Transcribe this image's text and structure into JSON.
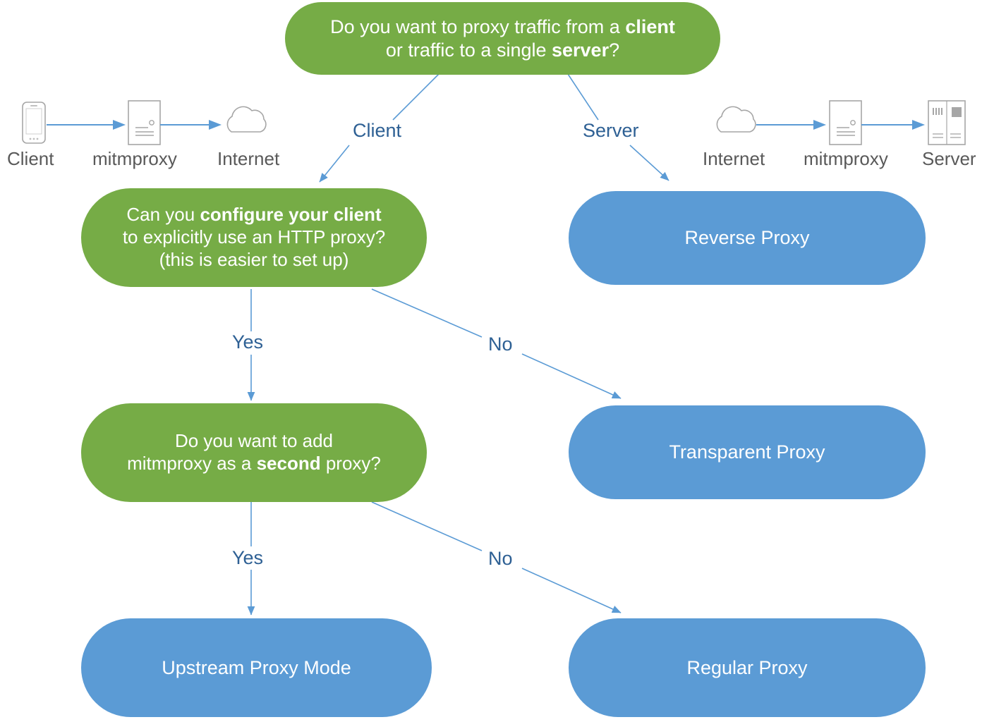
{
  "diagram": {
    "title": "mitmproxy mode selection flowchart",
    "colors": {
      "decision_green": "#76ac46",
      "result_blue": "#5b9bd5",
      "edge_blue": "#5b9bd5",
      "label_blue": "#2e6094",
      "caption_gray": "#595959",
      "background": "#ffffff"
    },
    "nodes": {
      "q_traffic": {
        "type": "decision",
        "line1_a": "Do you want to proxy traffic from a ",
        "line1_b": "client",
        "line2_a": "or traffic to a single ",
        "line2_b": "server",
        "line2_c": "?"
      },
      "q_configure": {
        "type": "decision",
        "line1_a": "Can you ",
        "line1_b": "configure your client",
        "line2": "to explicitly use an HTTP proxy?",
        "line3": "(this is easier to set up)"
      },
      "q_second_proxy": {
        "type": "decision",
        "line1": "Do you want to add",
        "line2_a": "mitmproxy as a ",
        "line2_b": "second",
        "line2_c": " proxy?"
      },
      "reverse_proxy": {
        "type": "result",
        "label": "Reverse Proxy"
      },
      "transparent_proxy": {
        "type": "result",
        "label": "Transparent Proxy"
      },
      "upstream_proxy_mode": {
        "type": "result",
        "label": "Upstream Proxy Mode"
      },
      "regular_proxy": {
        "type": "result",
        "label": "Regular Proxy"
      }
    },
    "edge_labels": {
      "client": "Client",
      "server": "Server",
      "yes_1": "Yes",
      "no_1": "No",
      "yes_2": "Yes",
      "no_2": "No"
    },
    "illustrations": {
      "left": {
        "name": "client-to-internet-flow",
        "captions": [
          "Client",
          "mitmproxy",
          "Internet"
        ],
        "icons": [
          "phone-icon",
          "proxy-document-icon",
          "cloud-icon"
        ]
      },
      "right": {
        "name": "internet-to-server-flow",
        "captions": [
          "Internet",
          "mitmproxy",
          "Server"
        ],
        "icons": [
          "cloud-icon",
          "proxy-document-icon",
          "server-rack-icon"
        ]
      }
    }
  }
}
